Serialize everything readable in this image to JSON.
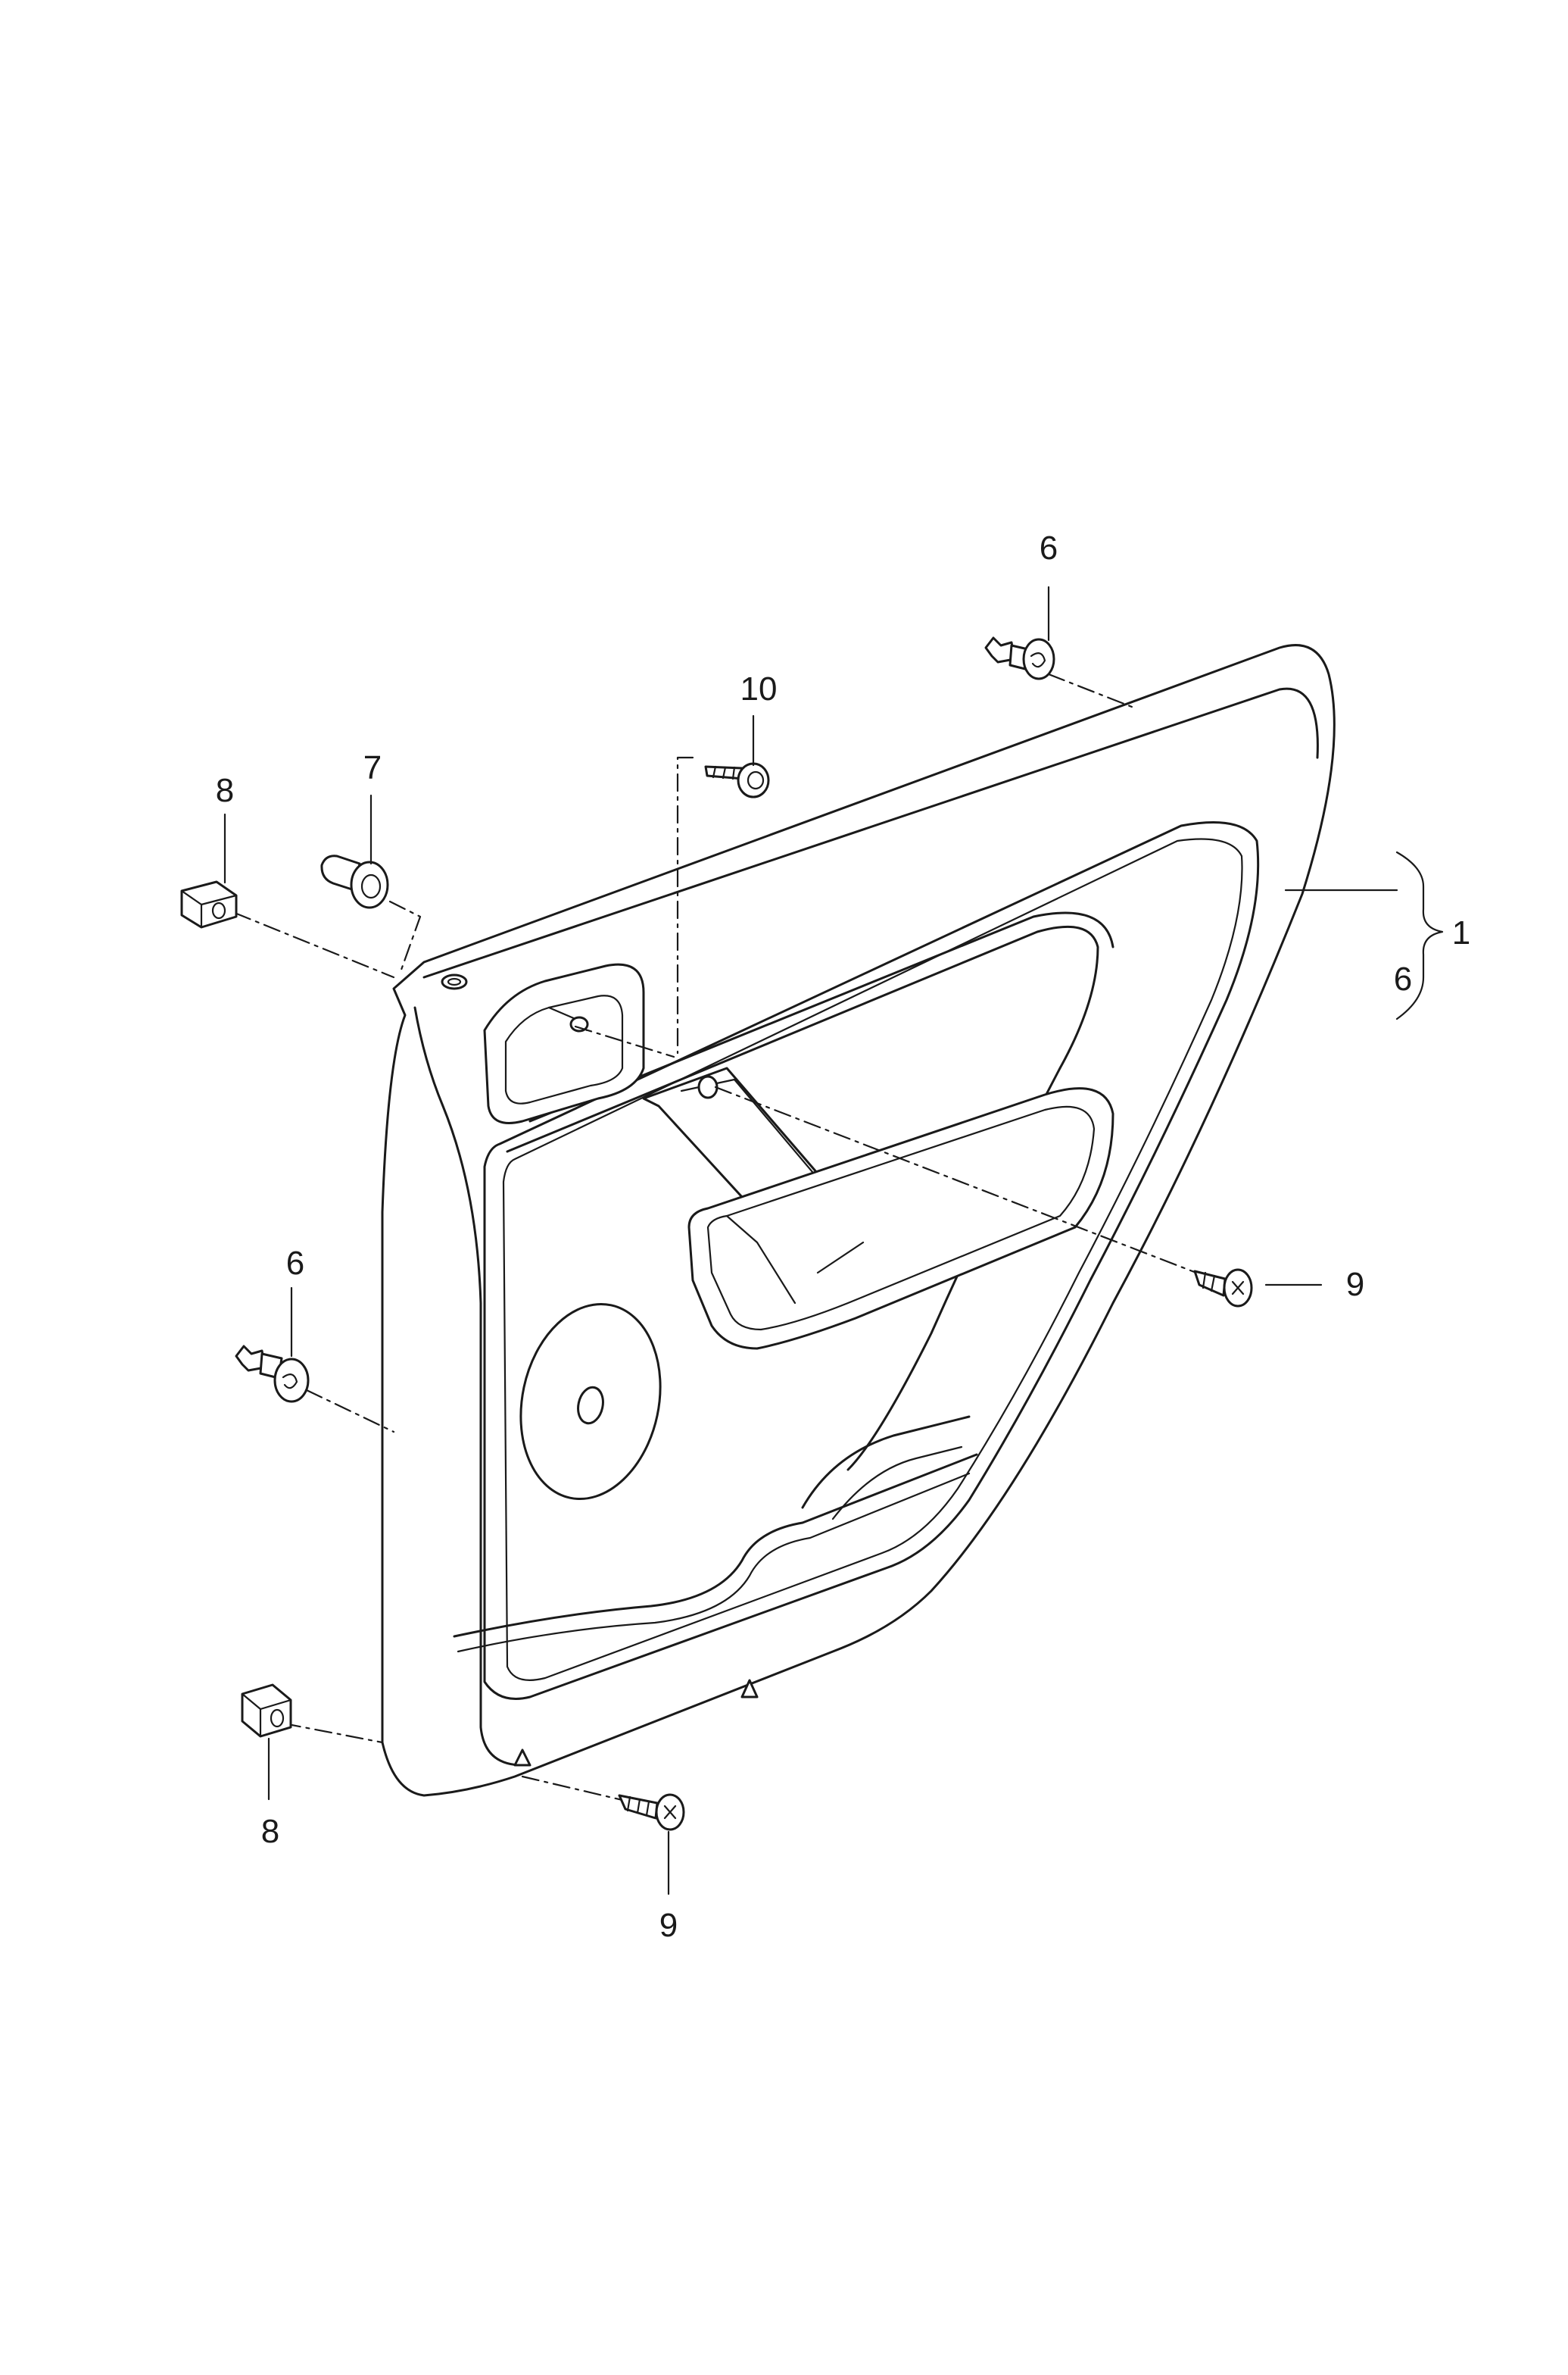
{
  "callouts": {
    "c6_top": "6",
    "c10": "10",
    "c7": "7",
    "c8_top": "8",
    "c1": "1",
    "c6_bracket": "6",
    "c9_right": "9",
    "c6_left": "6",
    "c8_bottom": "8",
    "c9_bottom": "9"
  },
  "colors": {
    "line": "#1a1a1a",
    "background": "#ffffff"
  }
}
